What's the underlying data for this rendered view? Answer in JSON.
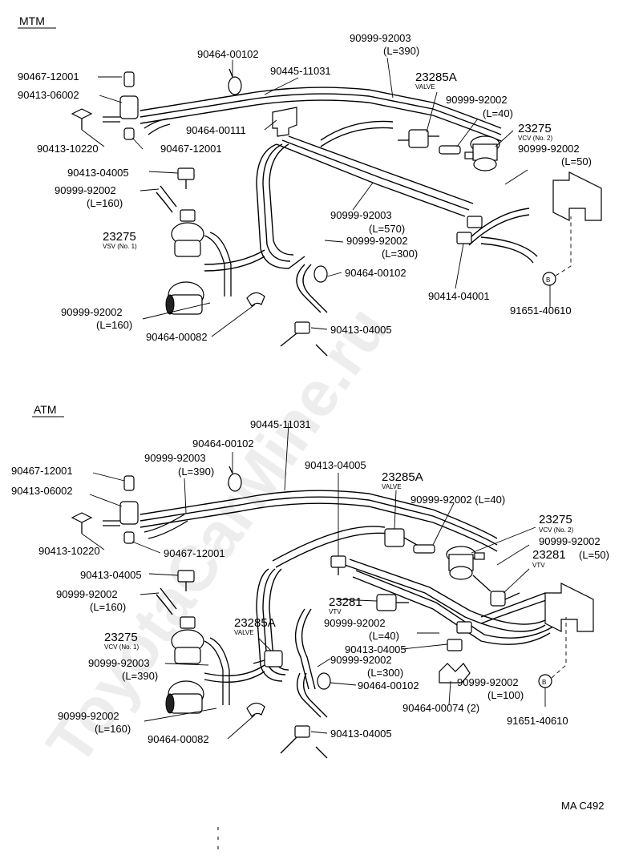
{
  "watermark": "ToyotaCarMine.ru",
  "footer_code": "MA C492",
  "sections": {
    "mtm": {
      "header": "MTM",
      "labels": [
        "90464-00102",
        "90999-92003",
        "(L=390)",
        "90445-11031",
        "90467-12001",
        "90413-06002",
        "23285A",
        "VALVE",
        "90999-92002",
        "(L=40)",
        "90464-00111",
        "23275",
        "VCV (No. 2)",
        "90413-10220",
        "90467-12001",
        "90999-92002",
        "(L=50)",
        "90413-04005",
        "90999-92002",
        "(L=160)",
        "90999-92003",
        "(L=570)",
        "23275",
        "VSV (No. 1)",
        "90999-92002",
        "(L=300)",
        "90464-00102",
        "90414-04001",
        "91651-40610",
        "90999-92002",
        "(L=160)",
        "90464-00082",
        "90413-04005"
      ]
    },
    "atm": {
      "header": "ATM",
      "labels": [
        "90445-11031",
        "90464-00102",
        "90999-92003",
        "(L=390)",
        "90467-12001",
        "90413-04005",
        "23285A",
        "VALVE",
        "90413-06002",
        "90999-92002 (L=40)",
        "23275",
        "VCV (No. 2)",
        "90413-10220",
        "90467-12001",
        "90999-92002",
        "23281",
        "(L=50)",
        "VTV",
        "90413-04005",
        "90999-92002",
        "(L=160)",
        "23281",
        "VTV",
        "90999-92002",
        "(L=40)",
        "23275",
        "VCV (No. 1)",
        "23285A",
        "VALVE",
        "90413-04005",
        "90999-92003",
        "(L=390)",
        "90999-92002",
        "(L=300)",
        "90999-92002",
        "90464-00102",
        "(L=100)",
        "90999-92002",
        "(L=160)",
        "90464-00074 (2)",
        "91651-40610",
        "90464-00082",
        "90413-04005"
      ]
    }
  },
  "callout_letter": "B"
}
